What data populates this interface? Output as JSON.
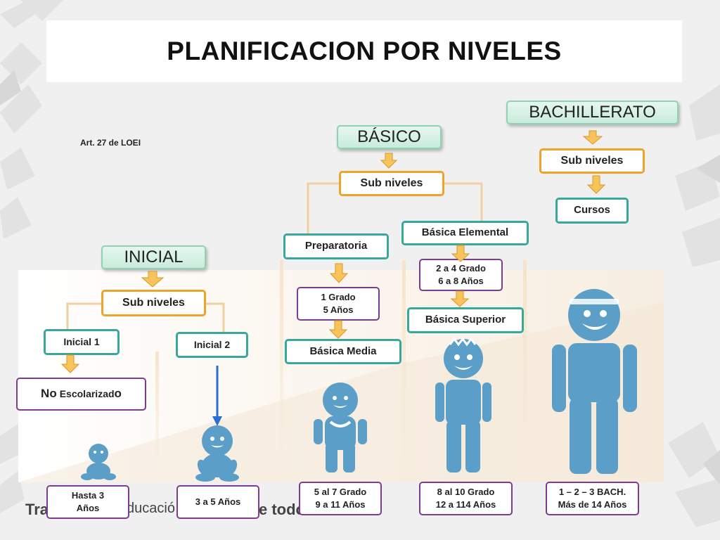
{
  "title": "PLANIFICACION POR NIVELES",
  "reference": "Art. 27 de LOEI",
  "footer_partial": {
    "left": "Tra",
    "middle": "ducació",
    "right": "e todo"
  },
  "levels": {
    "inicial": "INICIAL",
    "basico": "BÁSICO",
    "bachillerato": "BACHILLERATO"
  },
  "inicial": {
    "sub_niveles": "Sub niveles",
    "inicial_1": "Inicial 1",
    "inicial_2": "Inicial 2",
    "no_escolarizado": {
      "big_1": "No",
      "small": "Escolarizad",
      "big_2": "o"
    }
  },
  "basico": {
    "sub_niveles": "Sub niveles",
    "preparatoria": "Preparatoria",
    "preparatoria_grade": "1 Grado",
    "preparatoria_age": "5 Años",
    "basica_media": "Básica Media",
    "basica_elemental": "Básica Elemental",
    "elemental_grade": "2 a 4 Grado",
    "elemental_age": "6 a 8 Años",
    "basica_superior": "Básica  Superior"
  },
  "bachillerato": {
    "sub_niveles": "Sub niveles",
    "cursos": "Cursos"
  },
  "age_boxes": [
    {
      "line1": "Hasta 3",
      "line2": "Años"
    },
    {
      "line1": "3 a 5  Años"
    },
    {
      "line1": "5 al 7 Grado",
      "line2": "9 a 11  Años"
    },
    {
      "line1": "8 al 10  Grado",
      "line2": "12 a 114 Años"
    },
    {
      "line1": "1 – 2 – 3 BACH.",
      "line2": "Más de 14 Años"
    }
  ],
  "colors": {
    "orange": "#eea42a",
    "teal": "#3aa79c",
    "purple": "#7d3c8f",
    "figure": "#5b9fc8",
    "level_fill": "#d4f0e3"
  },
  "icons": [
    "arrow-down-icon",
    "baby-icon",
    "toddler-icon",
    "child-icon",
    "boy-icon",
    "teen-icon"
  ]
}
